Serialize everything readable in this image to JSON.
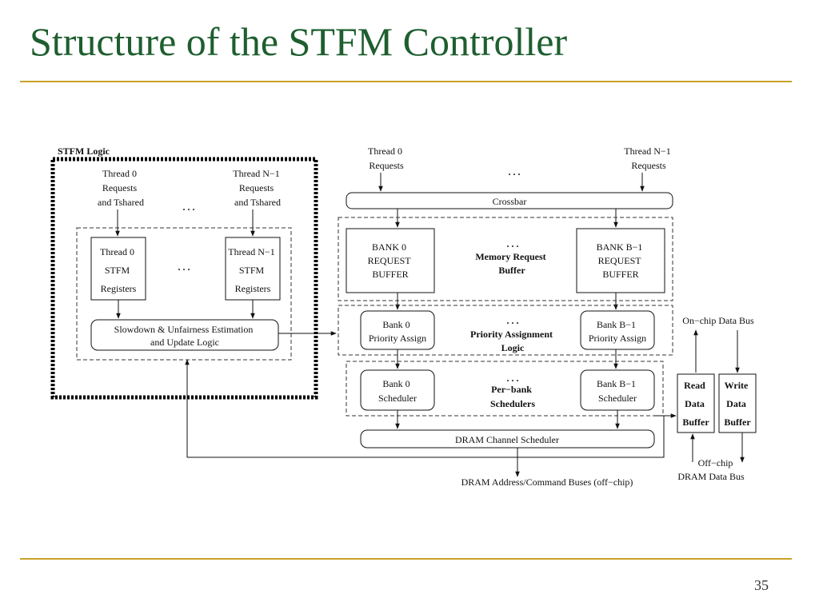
{
  "slide": {
    "title": "Structure of the STFM Controller",
    "page_number": "35"
  },
  "diagram": {
    "stfm_logic_label": "STFM Logic",
    "thread0_requests_tshared": [
      "Thread 0",
      "Requests",
      "and Tshared"
    ],
    "threadN1_requests_tshared": [
      "Thread N−1",
      "Requests",
      "and Tshared"
    ],
    "ellipsis": ". . .",
    "thread0_registers": [
      "Thread 0",
      "STFM",
      "Registers"
    ],
    "threadN1_registers": [
      "Thread N−1",
      "STFM",
      "Registers"
    ],
    "slowdown_logic": [
      "Slowdown & Unfairness Estimation",
      "and Update Logic"
    ],
    "thread0_requests": [
      "Thread 0",
      "Requests"
    ],
    "threadN1_requests": [
      "Thread N−1",
      "Requests"
    ],
    "crossbar": "Crossbar",
    "bank0_buffer": [
      "BANK 0",
      "REQUEST",
      "BUFFER"
    ],
    "bankB1_buffer": [
      "BANK B−1",
      "REQUEST",
      "BUFFER"
    ],
    "memory_request_buffer": [
      "Memory Request",
      "Buffer"
    ],
    "bank0_priority": [
      "Bank 0",
      "Priority Assign"
    ],
    "bankB1_priority": [
      "Bank B−1",
      "Priority Assign"
    ],
    "priority_assignment_logic": [
      "Priority Assignment",
      "Logic"
    ],
    "bank0_scheduler": [
      "Bank 0",
      "Scheduler"
    ],
    "bankB1_scheduler": [
      "Bank B−1",
      "Scheduler"
    ],
    "per_bank_schedulers": [
      "Per−bank",
      "Schedulers"
    ],
    "dram_channel_scheduler": "DRAM Channel Scheduler",
    "dram_address_buses": "DRAM Address/Command Buses (off−chip)",
    "on_chip_data_bus": "On−chip Data Bus",
    "read_data_buffer": [
      "Read",
      "Data",
      "Buffer"
    ],
    "write_data_buffer": [
      "Write",
      "Data",
      "Buffer"
    ],
    "off_chip_data_bus": [
      "Off−chip",
      "DRAM Data Bus"
    ]
  }
}
